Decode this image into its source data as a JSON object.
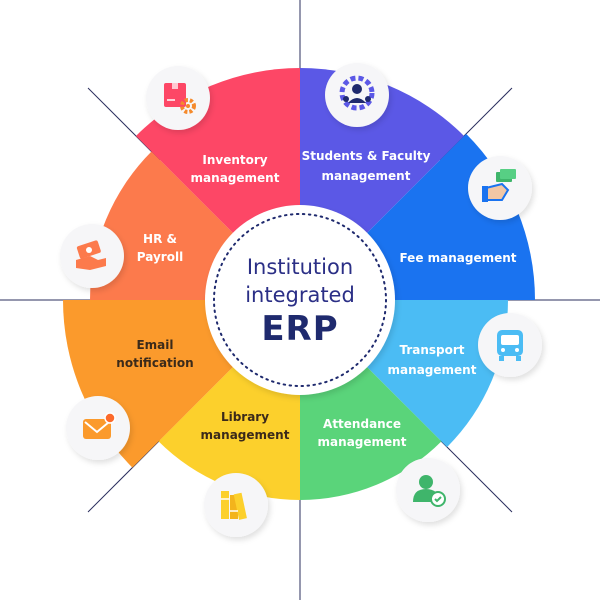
{
  "center": {
    "line1": "Institution",
    "line2": "integrated",
    "title": "ERP"
  },
  "segments": [
    {
      "key": "students",
      "lines": [
        "Students & Faculty",
        "management"
      ],
      "color": "#5b58e6",
      "icon": "faculty-gear-icon"
    },
    {
      "key": "fee",
      "lines": [
        "Fee management"
      ],
      "color": "#1a73f0",
      "icon": "hand-cash-icon"
    },
    {
      "key": "transport",
      "lines": [
        "Transport",
        "management"
      ],
      "color": "#4bbcf4",
      "icon": "bus-icon"
    },
    {
      "key": "attendance",
      "lines": [
        "Attendance",
        "management"
      ],
      "color": "#5ad47a",
      "icon": "user-check-icon"
    },
    {
      "key": "library",
      "lines": [
        "Library",
        "management"
      ],
      "color": "#fcd02c",
      "icon": "books-icon"
    },
    {
      "key": "email",
      "lines": [
        "Email",
        "notification"
      ],
      "color": "#fb9a2c",
      "icon": "envelope-icon"
    },
    {
      "key": "hr",
      "lines": [
        "HR &",
        "Payroll"
      ],
      "color": "#fc7a4c",
      "icon": "hand-money-icon"
    },
    {
      "key": "inventory",
      "lines": [
        "Inventory",
        "management"
      ],
      "color": "#fd4766",
      "icon": "box-gear-icon"
    }
  ],
  "colors": {
    "navy": "#1f2a6e",
    "guide_line": "#2b2f5e",
    "bubble_bg": "#f6f6f8"
  }
}
